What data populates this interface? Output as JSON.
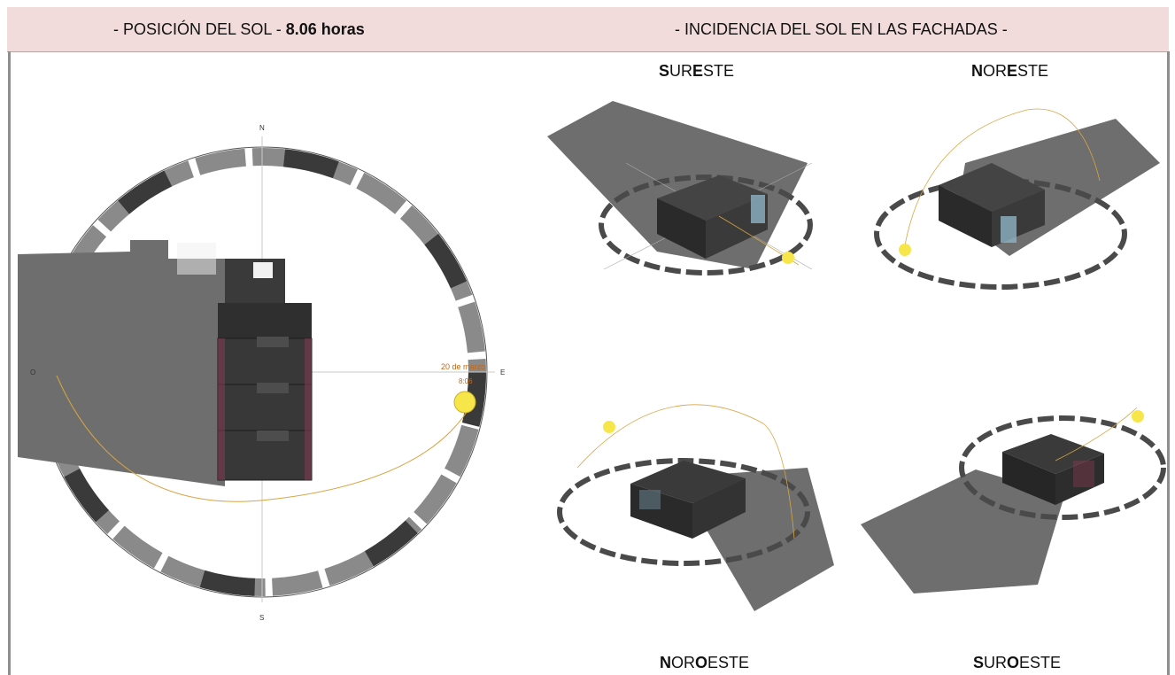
{
  "header": {
    "left_prefix": "-  POSICIÓN DEL SOL - ",
    "left_bold": "8.06 horas",
    "right_text": "- INCIDENCIA DEL SOL EN LAS FACHADAS -"
  },
  "compass": {
    "n": "N",
    "s": "S",
    "e": "E",
    "o": "O"
  },
  "sun_label": {
    "date": "20 de marzo",
    "time": "8:06"
  },
  "views": [
    {
      "first": "S",
      "mid1": "UR",
      "second": "E",
      "rest": "STE"
    },
    {
      "first": "N",
      "mid1": "OR",
      "second": "E",
      "rest": "STE"
    },
    {
      "first": "N",
      "mid1": "OR",
      "second": "O",
      "rest": "ESTE"
    },
    {
      "first": "S",
      "mid1": "UR",
      "second": "O",
      "rest": "ESTE"
    }
  ],
  "colors": {
    "header_bg": "#f2dcdb",
    "sun": "#f7e64a",
    "sun_path": "#d9a441",
    "shadow": "#6e6e6e",
    "building": "#2f2f2f",
    "accent_facade": "#9a3b5a",
    "glass": "#8fb3c4"
  }
}
